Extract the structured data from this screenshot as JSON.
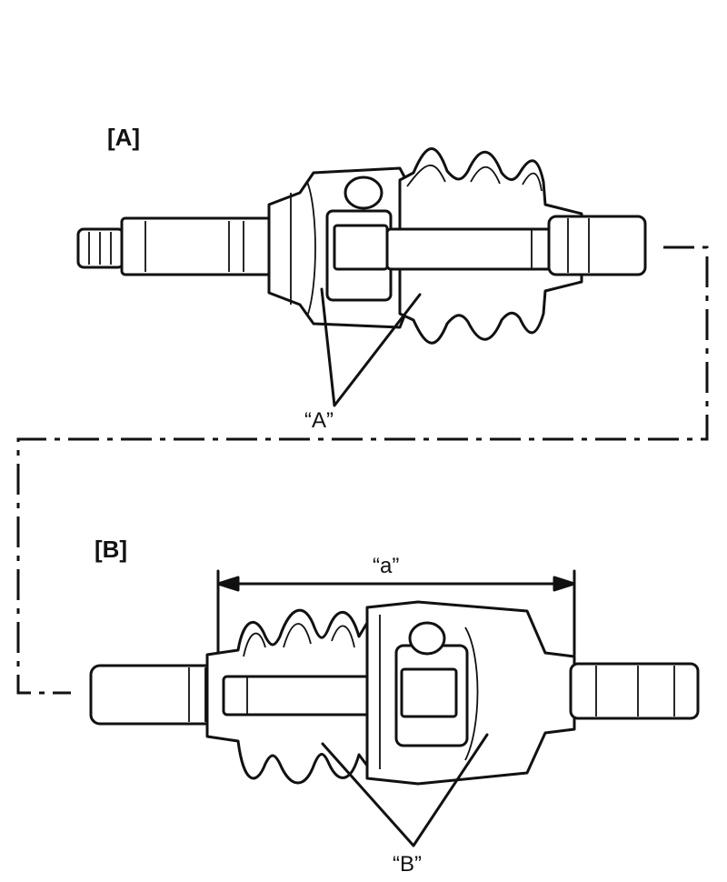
{
  "labels": {
    "figure_a": "[A]",
    "figure_b": "[B]",
    "callout_a": "“A”",
    "callout_b": "“B”",
    "dimension_a": "“a”"
  }
}
